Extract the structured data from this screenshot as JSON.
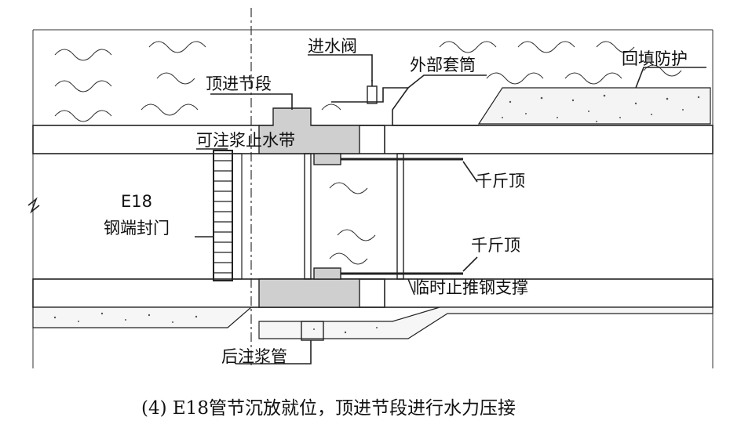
{
  "labels": {
    "inlet_valve": "进水阀",
    "push_segment": "顶进节段",
    "outer_sleeve": "外部套筒",
    "backfill_protection": "回填防护",
    "groutable_waterstop": "可注浆止水带",
    "jack_upper": "千斤顶",
    "jack_lower": "千斤顶",
    "e18_code": "E18",
    "steel_bulkhead": "钢端封门",
    "temp_steel_support": "临时止推钢支撑",
    "post_grout_pipe": "后注浆管"
  },
  "caption": "(4) E18管节沉放就位，顶进节段进行水力压接",
  "colors": {
    "line": "#222222",
    "concrete_fill": "#cfcfcf",
    "hatch": "#555555"
  }
}
